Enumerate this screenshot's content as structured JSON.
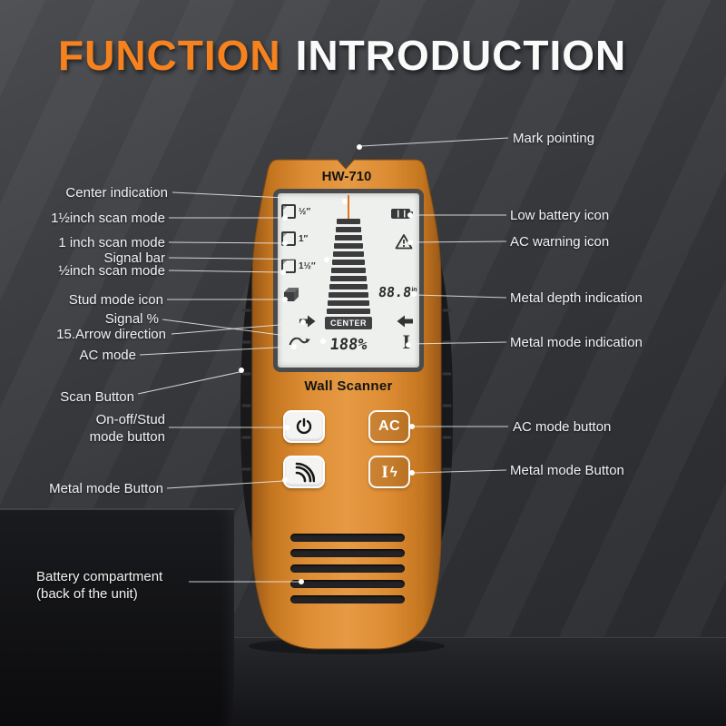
{
  "title": {
    "part1": "FUNCTION",
    "part2": "INTRODUCTION"
  },
  "colors": {
    "accent_orange": "#f5821f",
    "device_body": "#dd8c33",
    "screen_bg": "#eef0ed",
    "background_dark": "#36383c",
    "label_text": "#f2f2f2"
  },
  "device": {
    "model": "HW-710",
    "name": "Wall Scanner",
    "screen": {
      "scan_modes": [
        "½″",
        "1″",
        "1½″"
      ],
      "center_label": "CENTER",
      "signal_percent": "188%",
      "metal_depth": "88.8",
      "depth_unit": "in",
      "icons": [
        "center-mark-line",
        "signal-bar-tower",
        "low-battery-icon",
        "ac-warning-triangle-icon",
        "stud-mode-cube-icon",
        "arrow-right-icon",
        "arrow-left-icon",
        "ac-mode-curve-icon",
        "metal-ibeam-icon"
      ]
    },
    "buttons": {
      "power_icon": "power-symbol",
      "ac_label": "AC",
      "stud_scan_icon": "diagonal-wave",
      "metal_glyph_i": "I",
      "metal_glyph_bolt": "ϟ"
    }
  },
  "labels": {
    "left": [
      "Center indication",
      "1½inch scan mode",
      "1 inch scan mode",
      "Signal bar",
      "½inch scan mode",
      "Stud mode icon",
      "Signal %",
      "15.Arrow direction",
      "AC mode",
      "Scan Button",
      "On-off/Stud\nmode button",
      "Metal mode Button",
      "Battery compartment\n(back of the unit)"
    ],
    "right": [
      "Mark pointing",
      "Low battery icon",
      "AC warning icon",
      "Metal depth indication",
      "Metal mode indication",
      "AC mode button",
      "Metal mode Button"
    ]
  }
}
